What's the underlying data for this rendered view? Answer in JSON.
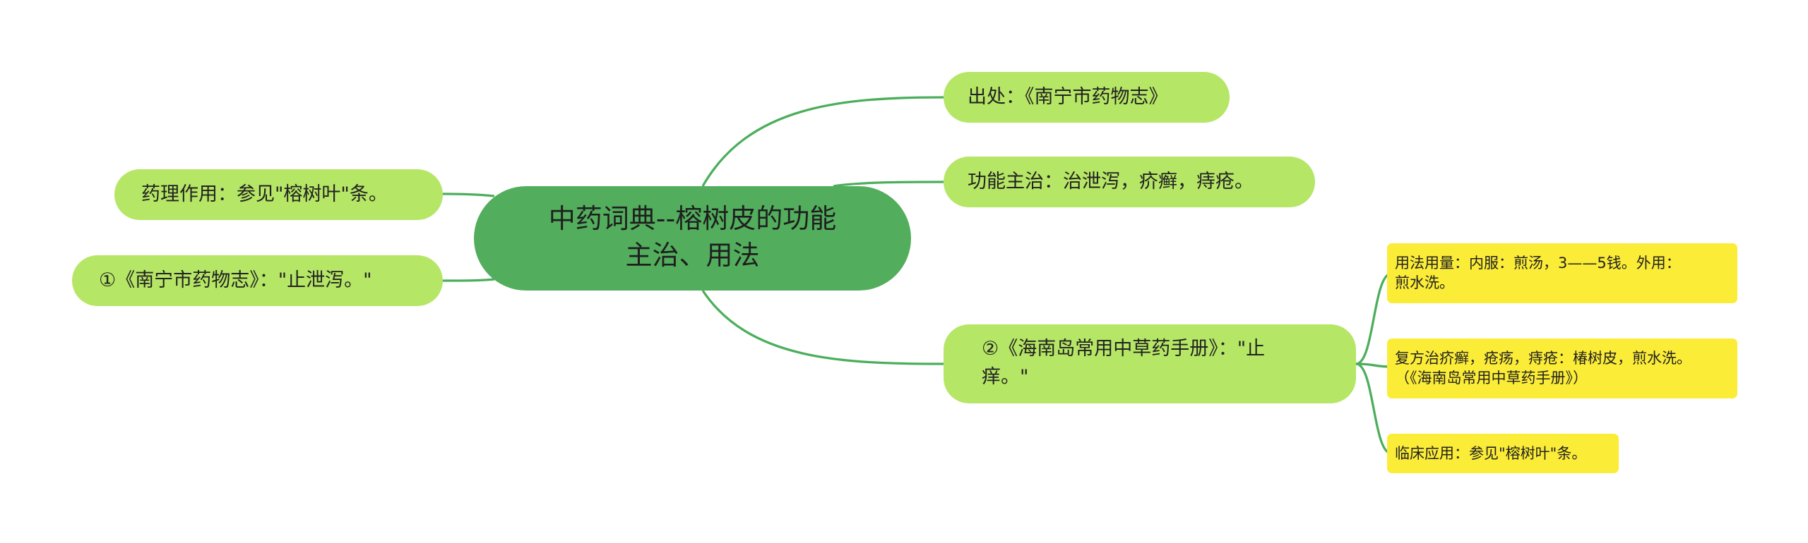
{
  "mindmap": {
    "root": {
      "line1": "中药词典--榕树皮的功能",
      "line2": "主治、用法"
    },
    "right": [
      {
        "id": "source",
        "text": "出处：《南宁市药物志》"
      },
      {
        "id": "indications",
        "text": "功能主治：治泄泻，疥癣，痔疮。"
      },
      {
        "id": "hainan",
        "line1": "②《海南岛常用中草药手册》：\"止",
        "line2": "痒。\"",
        "children": [
          {
            "id": "dosage",
            "line1": "用法用量：内服：煎汤，3——5钱。外用：",
            "line2": "煎水洗。"
          },
          {
            "id": "formula",
            "line1": "复方治疥癣，疮疡，痔疮：椿树皮，煎水洗。",
            "line2": "（《海南岛常用中草药手册》）"
          },
          {
            "id": "clinical",
            "text": "临床应用：参见\"榕树叶\"条。"
          }
        ]
      }
    ],
    "left": [
      {
        "id": "pharmacology",
        "text": "药理作用：参见\"榕树叶\"条。"
      },
      {
        "id": "nanning",
        "text": "①《南宁市药物志》：\"止泄泻。\""
      }
    ]
  }
}
